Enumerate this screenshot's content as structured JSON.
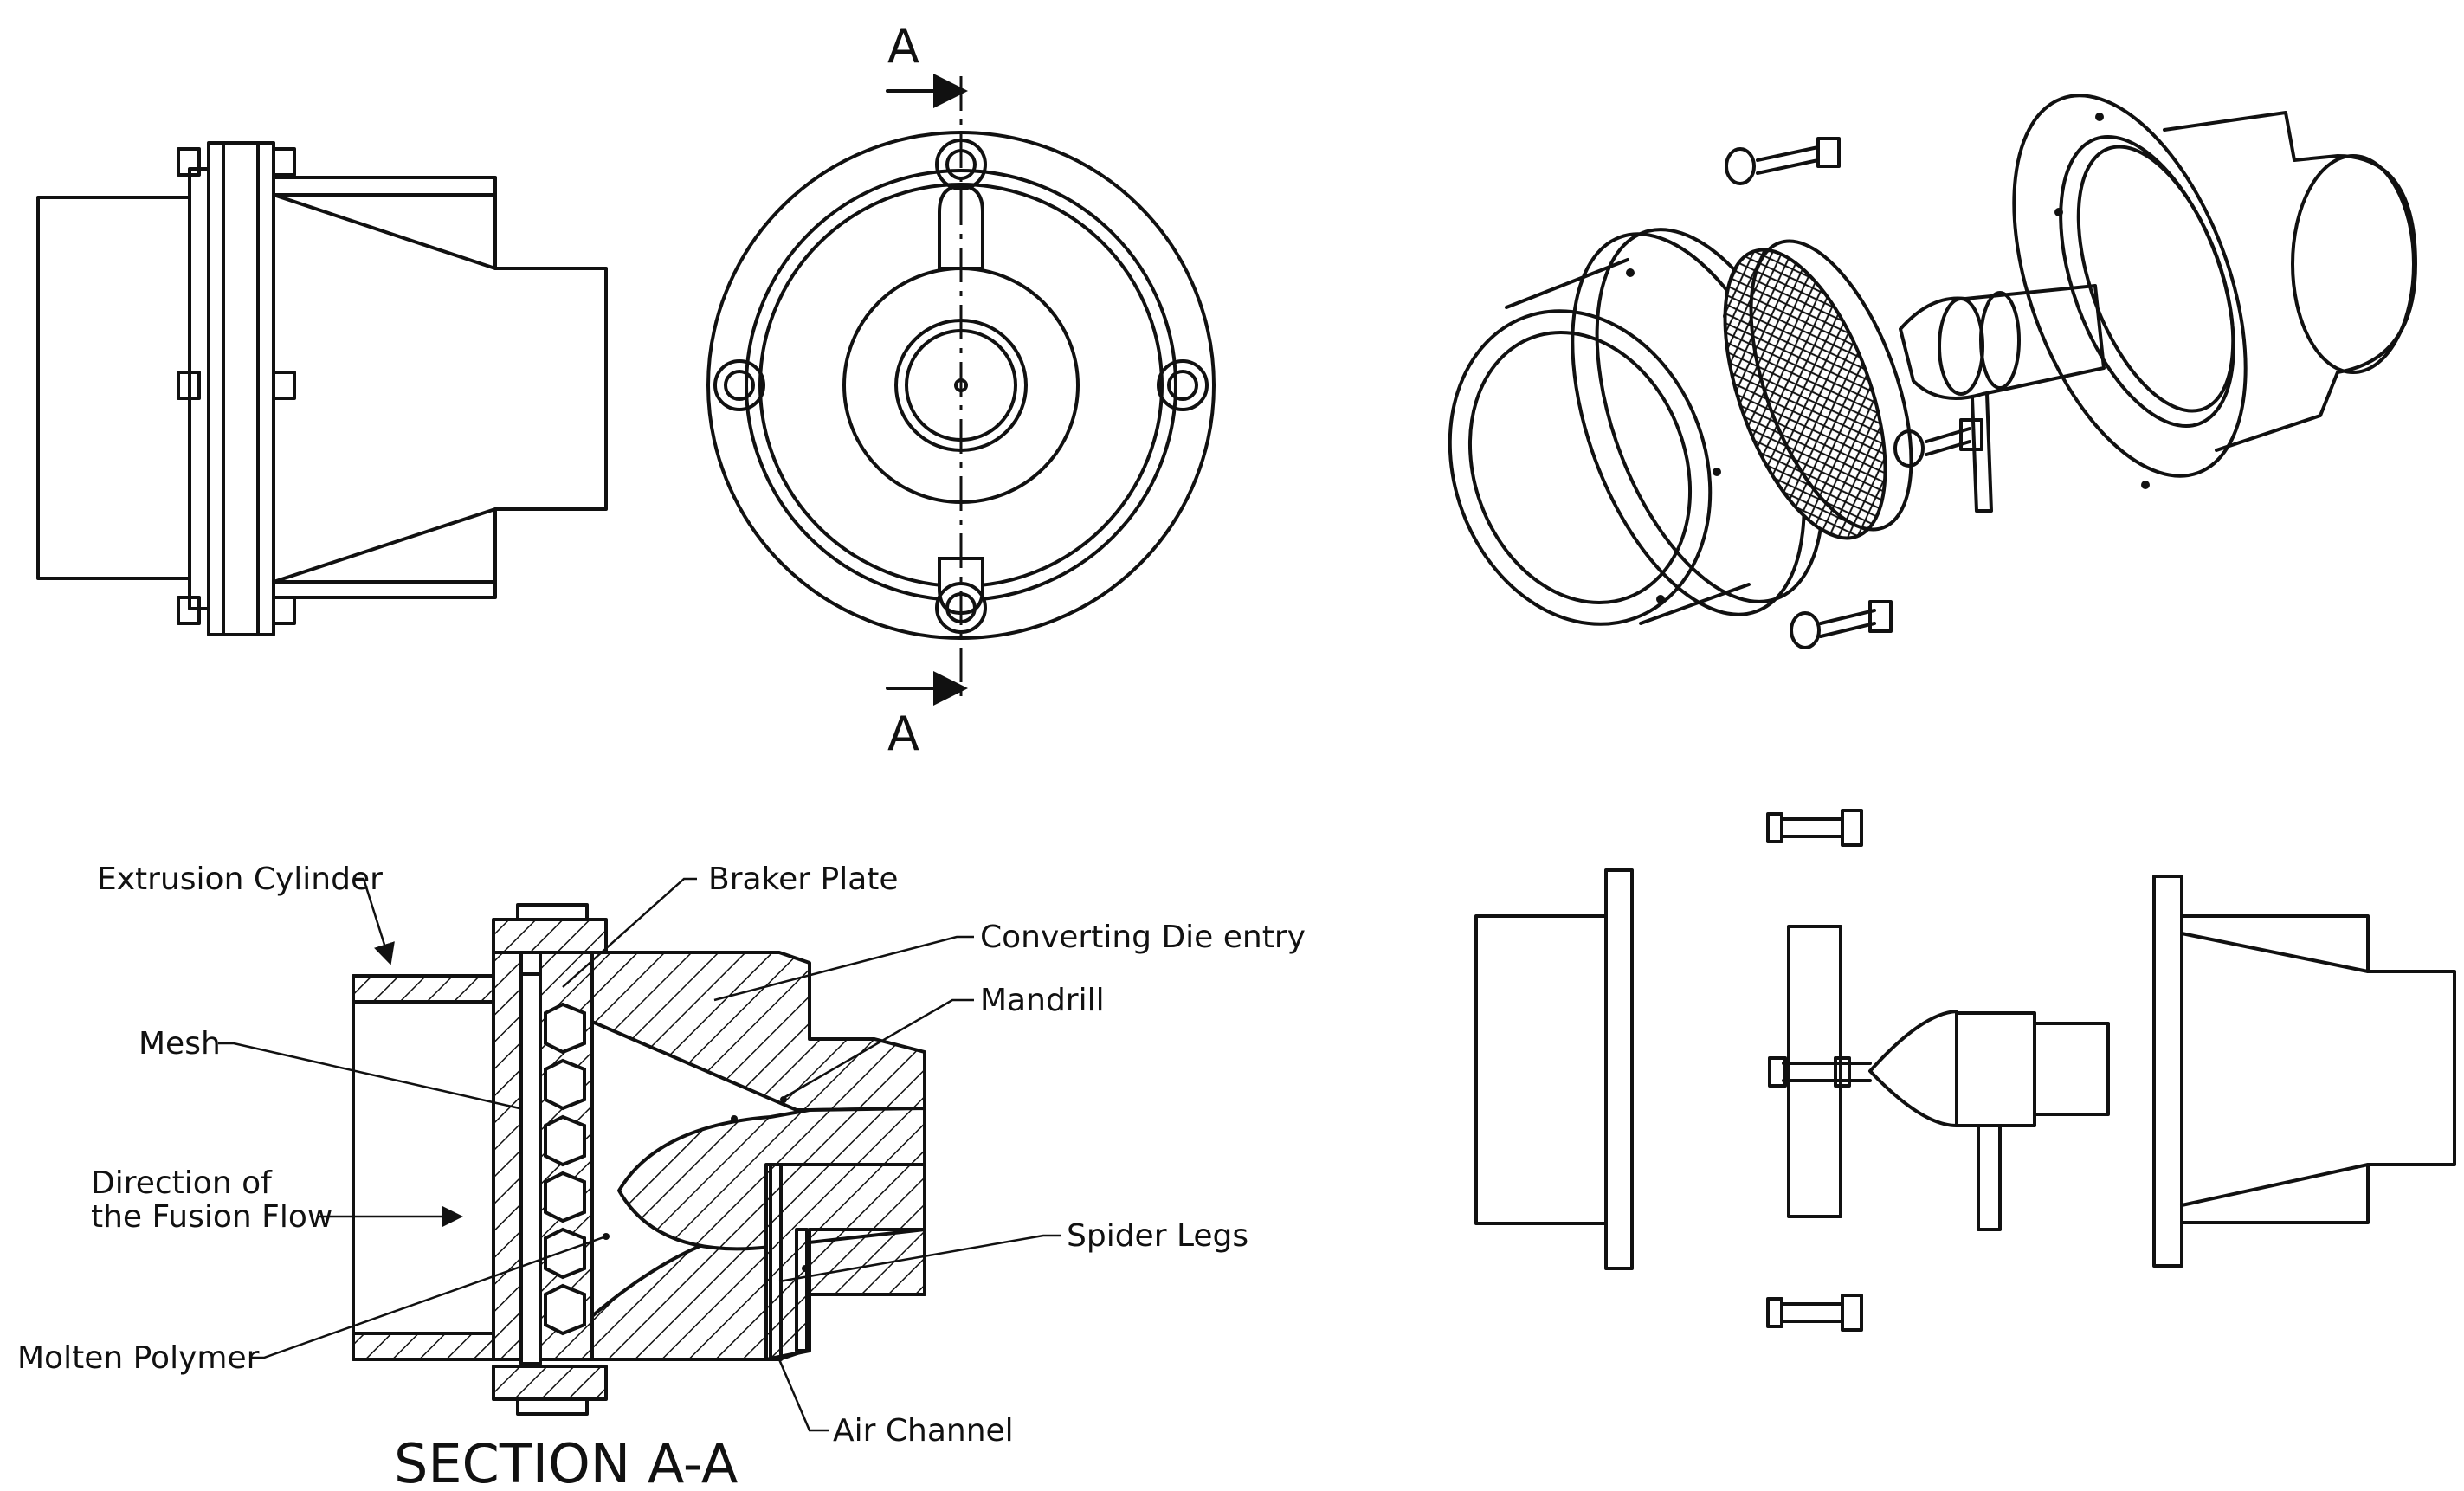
{
  "section_markers": {
    "top": "A",
    "bottom": "A"
  },
  "section_title": "SECTION A-A",
  "labels": {
    "extrusion_cylinder": "Extrusion Cylinder",
    "braker_plate": "Braker Plate",
    "converting_die_entry": "Converting Die entry",
    "mandrill": "Mandrill",
    "mesh": "Mesh",
    "direction_line1": "Direction of",
    "direction_line2": "the Fusion Flow",
    "spider_legs": "Spider Legs",
    "molten_polymer": "Molten Polymer",
    "air_channel": "Air Channel"
  },
  "colors": {
    "line": "#111111",
    "background": "#ffffff"
  }
}
